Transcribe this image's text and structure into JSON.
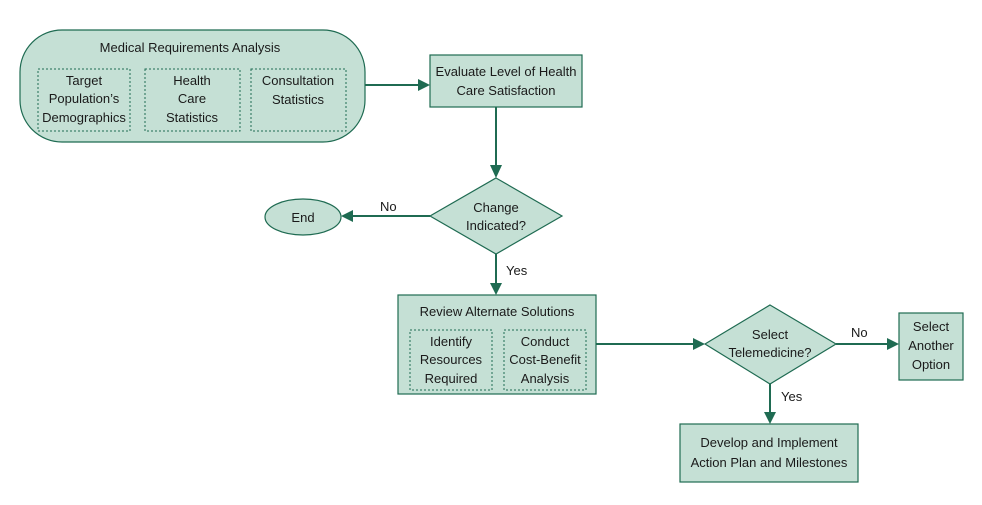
{
  "nodes": {
    "medical_requirements": {
      "title": "Medical Requirements Analysis",
      "sub": [
        [
          "Target",
          "Population’s",
          "Demographics"
        ],
        [
          "Health",
          "Care",
          "Statistics"
        ],
        [
          "Consultation",
          "Statistics"
        ]
      ]
    },
    "evaluate": [
      "Evaluate Level of Health",
      "Care Satisfaction"
    ],
    "change": [
      "Change",
      "Indicated?"
    ],
    "end": "End",
    "review": {
      "title": "Review Alternate Solutions",
      "sub": [
        [
          "Identify",
          "Resources",
          "Required"
        ],
        [
          "Conduct",
          "Cost-Benefit",
          "Analysis"
        ]
      ]
    },
    "select_tm": [
      "Select",
      "Telemedicine?"
    ],
    "select_other": [
      "Select",
      "Another",
      "Option"
    ],
    "develop": [
      "Develop and Implement",
      "Action Plan and Milestones"
    ]
  },
  "edge_labels": {
    "change_no": "No",
    "change_yes": "Yes",
    "tm_no": "No",
    "tm_yes": "Yes"
  },
  "colors": {
    "fill": "#c5e0d5",
    "stroke": "#1f6b52"
  }
}
